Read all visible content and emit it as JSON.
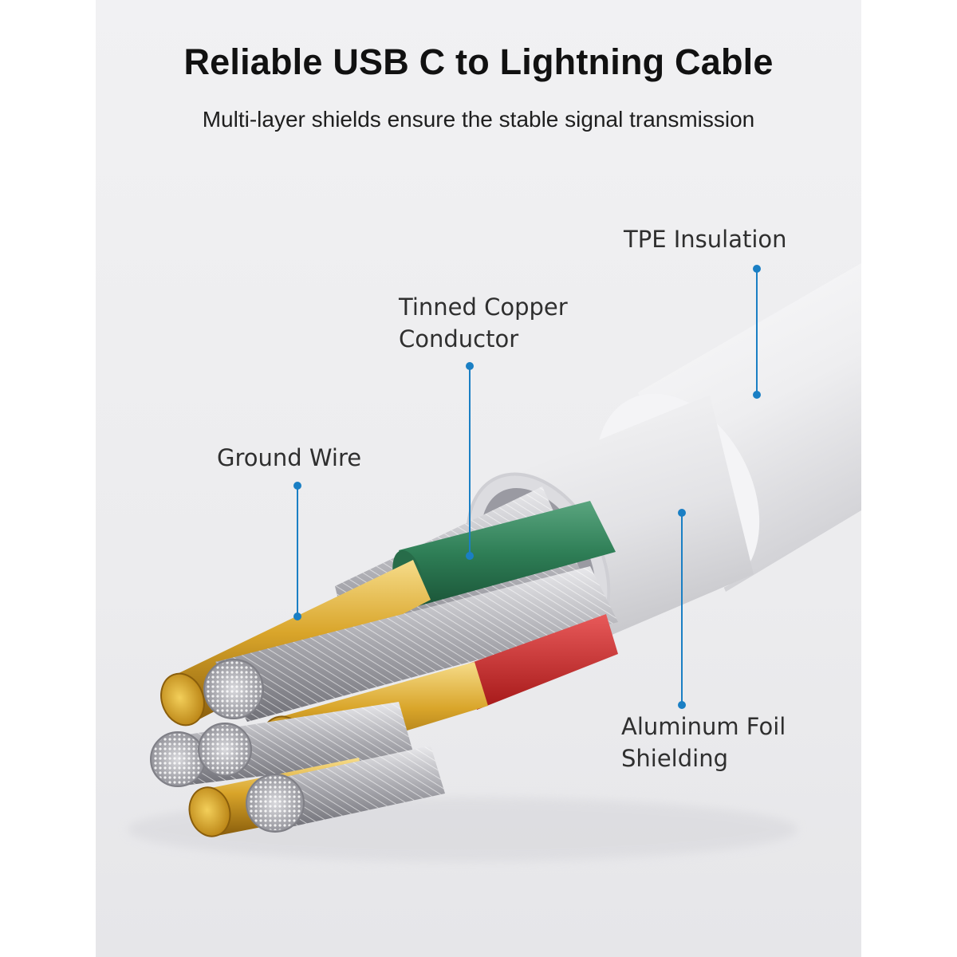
{
  "header": {
    "title": "Reliable USB C to Lightning Cable",
    "subtitle": "Multi-layer shields ensure the stable signal transmission"
  },
  "callouts": {
    "tpe": {
      "line1": "TPE Insulation"
    },
    "copper": {
      "line1": "Tinned Copper",
      "line2": "Conductor"
    },
    "ground": {
      "line1": "Ground Wire"
    },
    "foil": {
      "line1": "Aluminum Foil",
      "line2": "Shielding"
    }
  },
  "colors": {
    "background": "#eeeef0",
    "leader": "#1a7fc4",
    "gold": "#d8a626",
    "green": "#2e7e56",
    "red": "#c72a2a",
    "jacket": "#f7f7f8"
  },
  "illustration": {
    "name": "cable-cross-section",
    "components": [
      "tpe-jacket",
      "aluminum-foil-shield",
      "green-core",
      "red-core",
      "gold-core-1",
      "gold-core-2",
      "gold-core-3",
      "tinned-strands"
    ]
  }
}
